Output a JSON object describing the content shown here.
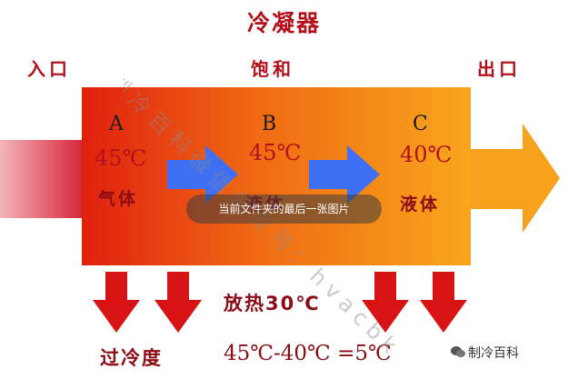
{
  "title": "冷凝器",
  "labels": {
    "inlet": "入口",
    "saturation": "饱和",
    "outlet": "出口"
  },
  "stages": [
    {
      "letter": "A",
      "temp": "45℃",
      "state": "气体"
    },
    {
      "letter": "B",
      "temp": "45℃",
      "state": "液体"
    },
    {
      "letter": "C",
      "temp": "40℃",
      "state": "液体"
    }
  ],
  "heat_release": "放热30℃",
  "subcooling": {
    "label": "过冷度",
    "formula": "45℃-40℃ =5℃"
  },
  "toast": "当前文件夹的最后一张图片",
  "watermark": "制冷百科微信公众号：hvacbk",
  "brand": "制冷百科",
  "colors": {
    "title": "#b3101c",
    "box_left": "#e22a10",
    "box_right": "#f7a11c",
    "blue_arrow": "#3f6ff2",
    "red_arrow": "#d81313"
  }
}
